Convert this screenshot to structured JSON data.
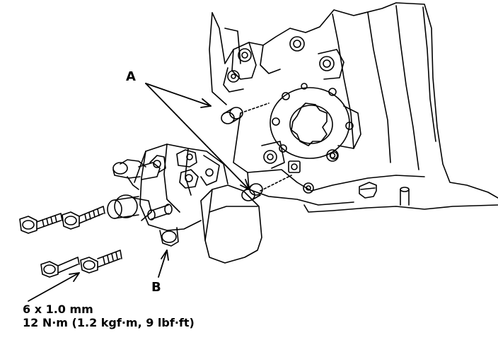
{
  "labels": {
    "a": "A",
    "b": "B"
  },
  "torque_spec": {
    "bolt_size": "6 x 1.0 mm",
    "torque": "12 N·m (1.2 kgf·m, 9 lbf·ft)"
  }
}
